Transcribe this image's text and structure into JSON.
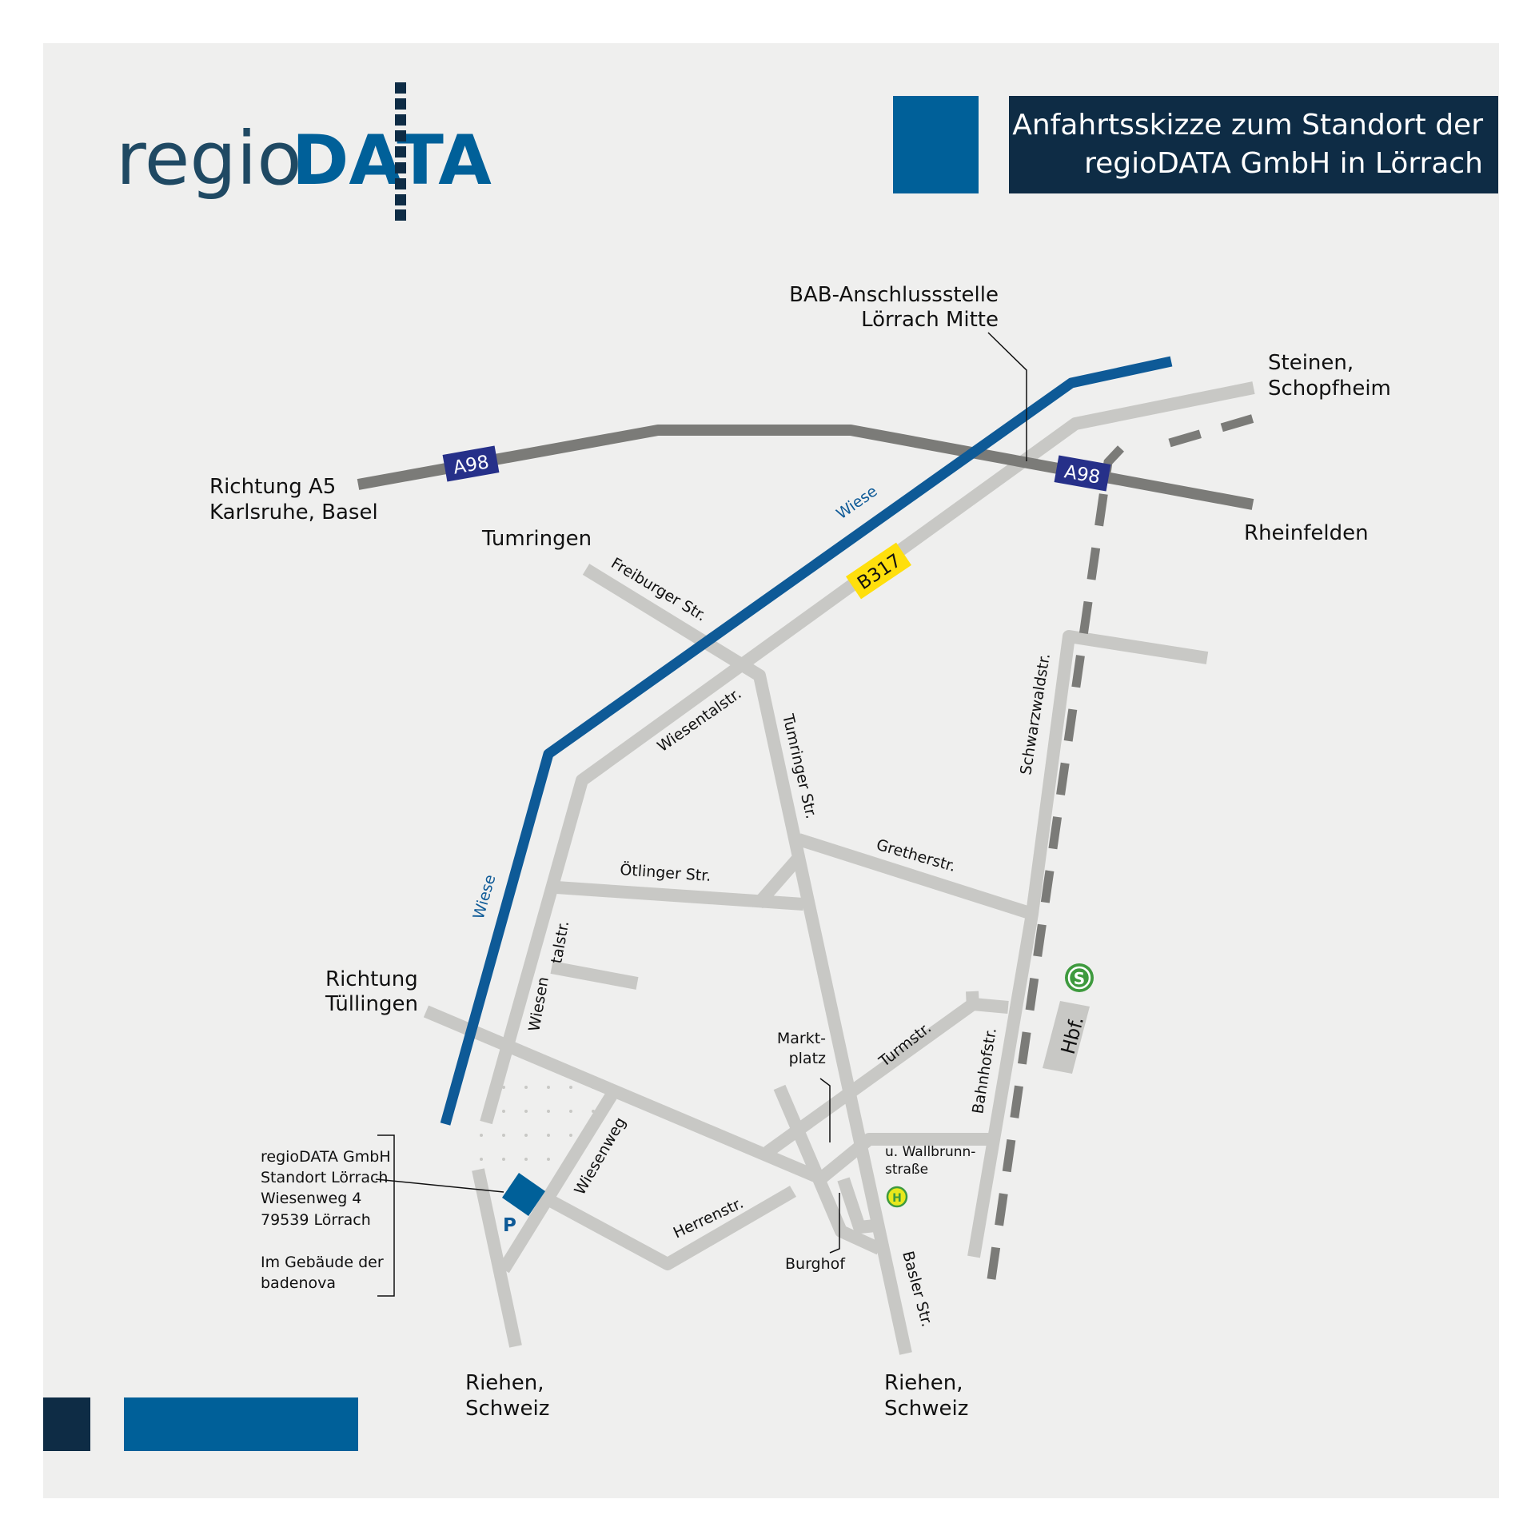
{
  "logo": {
    "text_regio": "regio",
    "text_data": "DATA"
  },
  "header": {
    "line1": "Anfahrtsskizze zum Standort der",
    "line2": "regioDATA GmbH in Lörrach"
  },
  "colors": {
    "background": "#efefee",
    "road": "#c8c8c5",
    "highway": "#7b7b78",
    "river": "#0e5a97",
    "dark_blue": "#0e2c45",
    "mid_blue": "#006099",
    "badge_navy": "#263089",
    "badge_yellow": "#ffdf0c",
    "sbahn_green": "#3e9a3e",
    "bus_yellow": "#e8e81c"
  },
  "badges": {
    "a98": "A98",
    "b317": "B317"
  },
  "places": {
    "bab1": "BAB-Anschlussstelle",
    "bab2": "Lörrach Mitte",
    "steinen1": "Steinen,",
    "steinen2": "Schopfheim",
    "richtung_a5_1": "Richtung A5",
    "richtung_a5_2": "Karlsruhe, Basel",
    "rheinfelden": "Rheinfelden",
    "tumringen": "Tumringen",
    "tuellingen1": "Richtung",
    "tuellingen2": "Tüllingen",
    "riehen1": "Riehen,",
    "riehen2": "Schweiz"
  },
  "streets": {
    "freiburger": "Freiburger Str.",
    "wiesentalstr": "Wiesentalstr.",
    "tumringer": "Tumringer Str.",
    "schwarzwald": "Schwarzwaldstr.",
    "oetlinger": "Ötlinger Str.",
    "gretherstr": "Gretherstr.",
    "talstr": "talstr.",
    "wiesen": "Wiesen",
    "markt1": "Markt-",
    "markt2": "platz",
    "turmstr": "Turmstr.",
    "bahnhofstr": "Bahnhofstr.",
    "wiesenweg": "Wiesenweg",
    "herrenstr": "Herrenstr.",
    "wallbrunn1": "u. Wallbrunn-",
    "wallbrunn2": "straße",
    "burghof": "Burghof",
    "basler": "Basler Str.",
    "hbf": "Hbf."
  },
  "river": {
    "label": "Wiese"
  },
  "icons": {
    "sbahn": "S",
    "bus": "H",
    "parking": "P"
  },
  "address": {
    "line1": "regioDATA GmbH",
    "line2": "Standort Lörrach",
    "line3": "Wiesenweg 4",
    "line4": "79539 Lörrach",
    "line5": "Im Gebäude der",
    "line6": "badenova"
  }
}
